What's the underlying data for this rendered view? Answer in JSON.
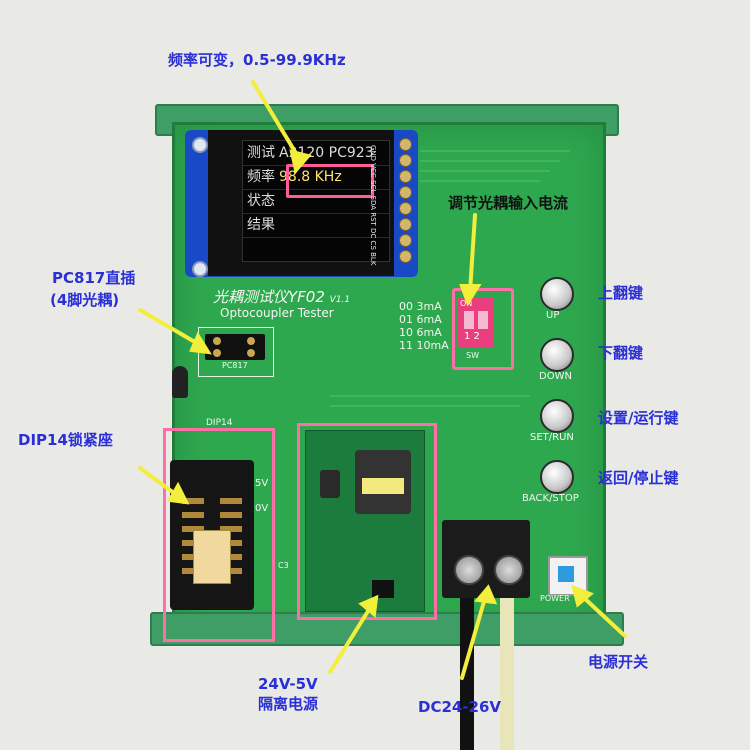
{
  "callouts": {
    "freq": "频率可变，0.5-99.9KHz",
    "current": "调节光耦输入电流",
    "pc817_line1": "PC817直插",
    "pc817_line2": "(4脚光耦)",
    "dip14": "DIP14锁紧座",
    "up": "上翻键",
    "down": "下翻键",
    "set": "设置/运行键",
    "back": "返回/停止键",
    "power_module_line1": "24V-5V",
    "power_module_line2": "隔离电源",
    "dc": "DC24-26V",
    "power_switch": "电源开关"
  },
  "lcd": {
    "row1_label": "测试",
    "row1_value": "A2120 PC923",
    "row2_label": "频率",
    "row2_value": "98.8 KHz",
    "row3_label": "状态",
    "row4_label": "结果",
    "pin_labels": "GND VCC SCL SDA RST DC CS BLK"
  },
  "board": {
    "title_cn": "光耦测试仪YF02",
    "version": "V1.1",
    "title_en": "Optocoupler Tester",
    "current_table": [
      "00 3mA",
      "01 6mA",
      "10 6mA",
      "11 10mA"
    ],
    "dip_on": "ON",
    "dip_numbers": "1 2",
    "dip_sw": "SW",
    "pc817_silk": "PC817",
    "dip14_silk": "DIP14",
    "buttons": {
      "up": "UP",
      "down": "DOWN",
      "set": "SET/RUN",
      "back": "BACK/STOP"
    },
    "power_label": "POWER",
    "c3": "C3",
    "v5": "5V",
    "v0": "0V"
  },
  "colors": {
    "callout": "#2a2fd6",
    "highlight_box": "#ff6fa7",
    "arrow": "#f2ef3c",
    "board": "#2ea84f",
    "lcd_pcb": "#1a49c7"
  }
}
